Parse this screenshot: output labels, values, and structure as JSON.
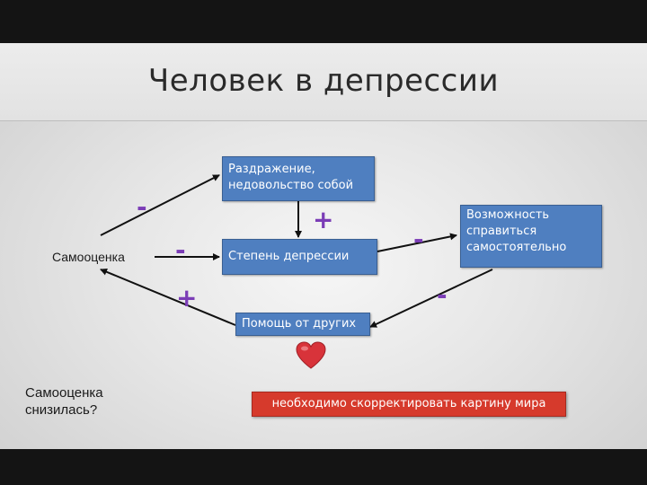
{
  "title": "Человек в депрессии",
  "nodes": {
    "irritation": "Раздражение, недовольство собой",
    "self_esteem": "Самооценка",
    "depression_degree": "Степень депрессии",
    "cope_ability": "Возможность справиться самостоятельно",
    "help_from_others": "Помощь от других"
  },
  "signs": {
    "self_esteem_to_irritation": "-",
    "self_esteem_to_depression": "-",
    "irritation_to_depression": "+",
    "depression_to_cope": "-",
    "cope_to_help": "-",
    "help_to_self_esteem": "+"
  },
  "question": "Самооценка снизилась?",
  "conclusion": "необходимо скорректировать картину мира",
  "icons": {
    "heart": "heart-icon"
  },
  "colors": {
    "box_fill": "#4f7fc0",
    "sign_color": "#7b3db6",
    "banner_fill": "#d63a2c",
    "heart": "#d8333a"
  }
}
